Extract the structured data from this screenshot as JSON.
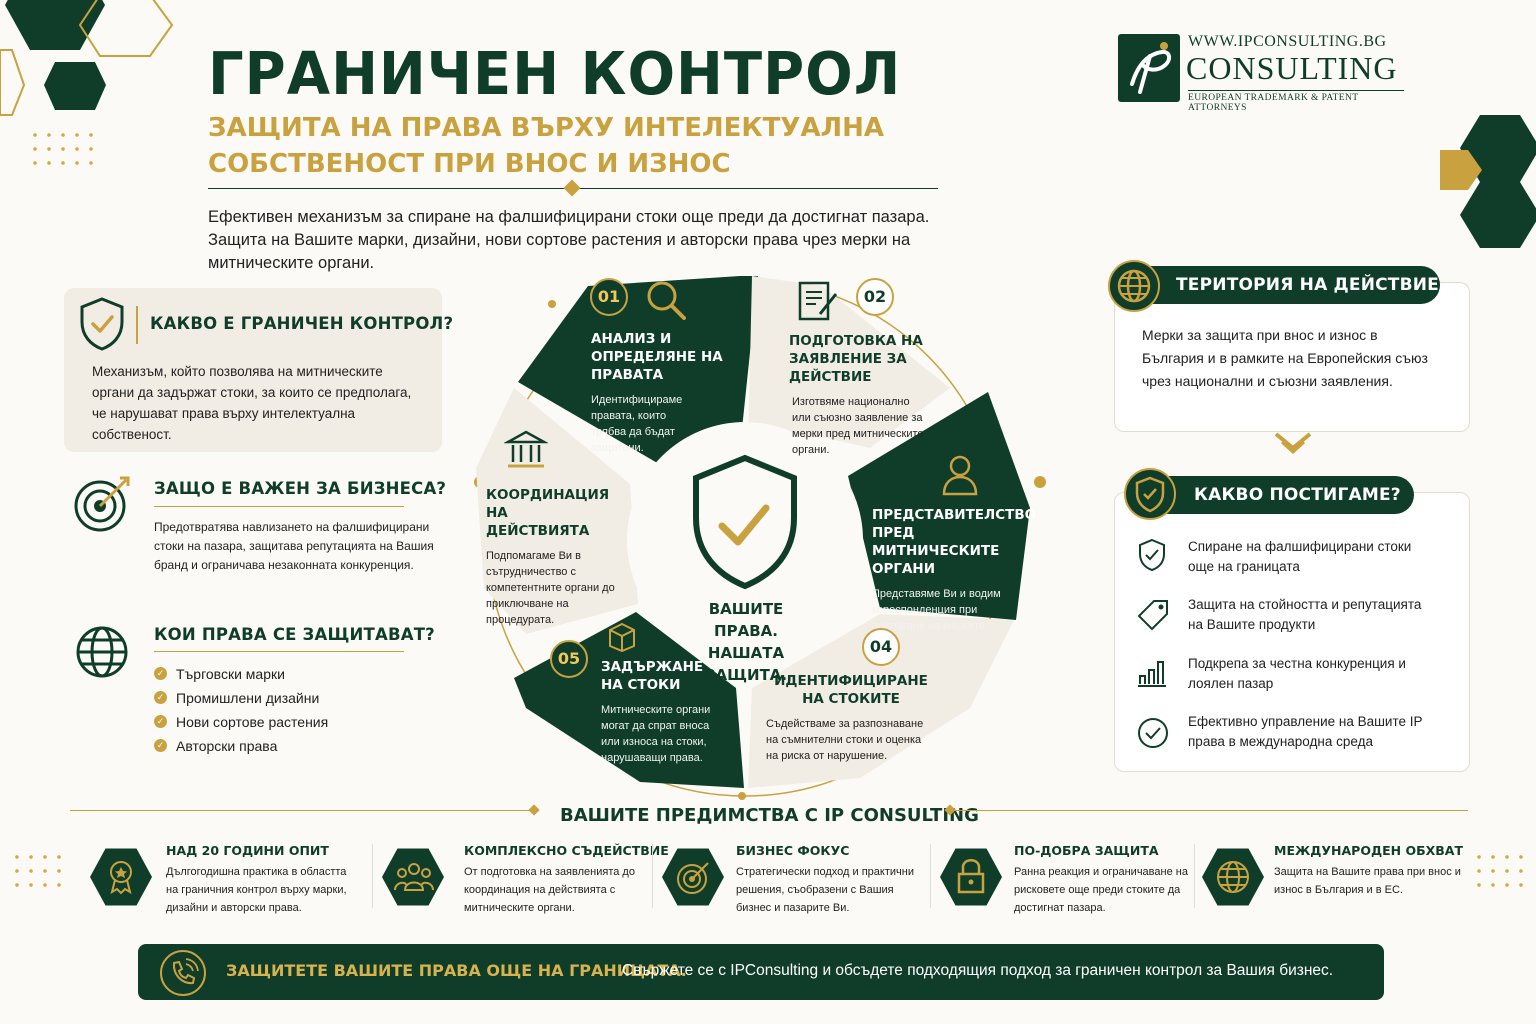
{
  "header": {
    "title": "ГРАНИЧЕН КОНТРОЛ",
    "subtitle": "ЗАЩИТА НА ПРАВА ВЪРХУ ИНТЕЛЕКТУАЛНА СОБСТВЕНОСТ ПРИ ВНОС И ИЗНОС",
    "intro": "Ефективен механизъм за спиране на фалшифицирани стоки още преди да достигнат пазара. Защита на Вашите марки, дизайни, нови сортове растения и авторски права чрез мерки на митническите органи."
  },
  "logo": {
    "url": "WWW.IPCONSULTING.BG",
    "name": "CONSULTING",
    "tagline": "EUROPEAN TRADEMARK & PATENT ATTORNEYS"
  },
  "left": {
    "what": {
      "title": "КАКВО Е ГРАНИЧЕН КОНТРОЛ?",
      "text": "Механизъм, който позволява на митническите органи да задържат стоки, за които се предполага, че нарушават права върху интелектуална собственост."
    },
    "why": {
      "title": "ЗАЩО Е ВАЖЕН ЗА БИЗНЕСА?",
      "text": "Предотвратява навлизането на фалшифицирани стоки на пазара, защитава репутацията на Вашия бранд и ограничава незаконната конкуренция."
    },
    "rights": {
      "title": "КОИ ПРАВА СЕ ЗАЩИТАВАТ?",
      "items": [
        "Търговски марки",
        "Промишлени дизайни",
        "Нови сортове растения",
        "Авторски права"
      ]
    }
  },
  "wheel": {
    "center": "ВАШИТЕ ПРАВА. НАШАТА ЗАЩИТА.",
    "steps": [
      {
        "num": "01",
        "title": "АНАЛИЗ И ОПРЕДЕЛЯНЕ НА ПРАВАТА",
        "desc": "Идентифицираме правата, които трябва да бъдат защитени."
      },
      {
        "num": "02",
        "title": "ПОДГОТОВКА НА ЗАЯВЛЕНИЕ ЗА ДЕЙСТВИЕ",
        "desc": "Изготвяме национално или съюзно заявление за мерки пред митническите органи."
      },
      {
        "num": "",
        "title": "ПРЕДСТАВИТЕЛСТВО ПРЕД МИТНИЧЕСКИТЕ ОРГАНИ",
        "desc": "Представяме Ви и водим кореспонденция при прилагане на мерките."
      },
      {
        "num": "04",
        "title": "ИДЕНТИФИЦИРАНЕ НА СТОКИТЕ",
        "desc": "Съдействаме за разпознаване на съмнителни стоки и оценка на риска от нарушение."
      },
      {
        "num": "05",
        "title": "ЗАДЪРЖАНЕ НА СТОКИ",
        "desc": "Митническите органи могат да спрат вноса или износа на стоки, нарушаващи права."
      },
      {
        "num": "",
        "title": "КООРДИНАЦИЯ НА ДЕЙСТВИЯТА",
        "desc": "Подпомагаме Ви в сътрудничество с компетентните органи до приключване на процедурата."
      }
    ]
  },
  "right": {
    "territory": {
      "title": "ТЕРИТОРИЯ НА ДЕЙСТВИЕ",
      "text": "Мерки за защита при внос и износ в България и в рамките на Европейския съюз чрез национални и съюзни заявления."
    },
    "achieve": {
      "title": "КАКВО ПОСТИГАМЕ?",
      "items": [
        "Спиране на фалшифицирани стоки още на границата",
        "Защита на стойността и репутацията на Вашите продукти",
        "Подкрепа за честна конкуренция и лоялен пазар",
        "Ефективно управление на Вашите IP права в международна среда"
      ]
    }
  },
  "advantages": {
    "title": "ВАШИТЕ ПРЕДИМСТВА С IP CONSULTING",
    "items": [
      {
        "title": "НАД 20 ГОДИНИ ОПИТ",
        "text": "Дългогодишна практика в областта на граничния контрол върху марки, дизайни и авторски права."
      },
      {
        "title": "КОМПЛЕКСНО СЪДЕЙСТВИЕ",
        "text": "От подготовка на заявленията до координация на действията с митническите органи."
      },
      {
        "title": "БИЗНЕС ФОКУС",
        "text": "Стратегически подход и практични решения, съобразени с Вашия бизнес и пазарите Ви."
      },
      {
        "title": "ПО-ДОБРА ЗАЩИТА",
        "text": "Ранна реакция и ограничаване на рисковете още преди стоките да достигнат пазара."
      },
      {
        "title": "МЕЖДУНАРОДЕН ОБХВАТ",
        "text": "Защита на Вашите права при внос и износ в България и в ЕС."
      }
    ]
  },
  "footer": {
    "strong": "ЗАЩИТЕТЕ ВАШИТЕ ПРАВА ОЩЕ НА ГРАНИЦАТА.",
    "rest": "Свържете се с IPConsulting и обсъдете подходящия подход за граничен контрол за Вашия бизнес."
  },
  "colors": {
    "green": "#0f3d2a",
    "gold": "#c9a23f",
    "beige": "#f1ece4"
  }
}
